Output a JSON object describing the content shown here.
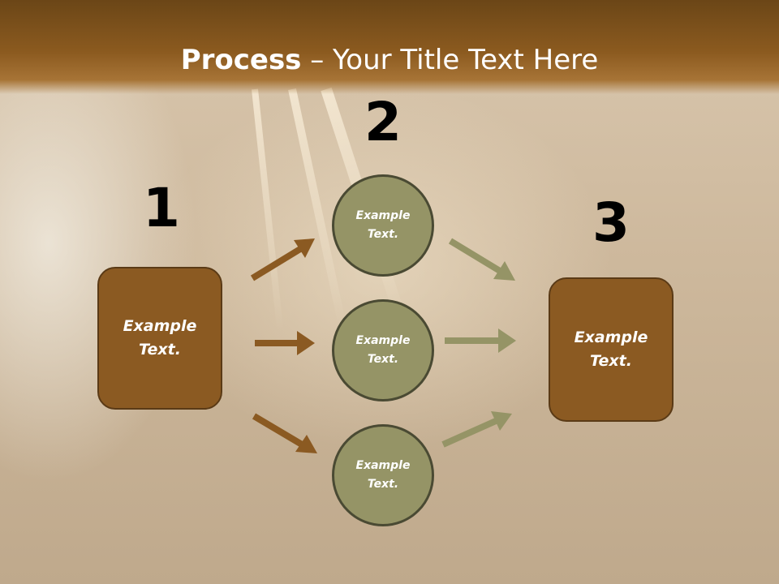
{
  "slide": {
    "title_bold": "Process",
    "title_rest": " – Your Title Text Here",
    "colors": {
      "header": "#8b5a1f",
      "box_fill": "#8b5a22",
      "circle_fill": "#959466",
      "arrow_brown": "#8b5a22",
      "arrow_olive": "#959466"
    }
  },
  "steps": {
    "one": {
      "number": "1",
      "text": "Example\nText."
    },
    "two": {
      "number": "2",
      "items": [
        "Example\nText.",
        "Example\nText.",
        "Example\nText."
      ]
    },
    "three": {
      "number": "3",
      "text": "Example\nText."
    }
  }
}
